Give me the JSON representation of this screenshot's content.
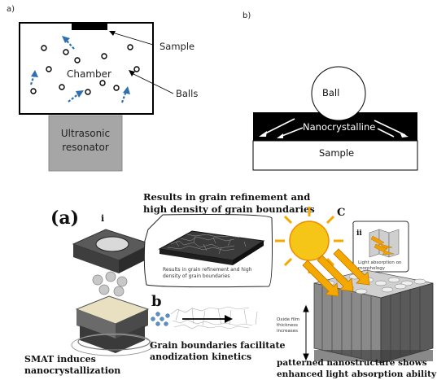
{
  "panel_a": {
    "tag": "a)",
    "sample_label": "Sample",
    "chamber_label": "Chamber",
    "balls_label": "Balls",
    "resonator_line1": "Ultrasonic",
    "resonator_line2": "resonator"
  },
  "panel_b": {
    "tag": "b)",
    "ball_label": "Ball",
    "layer_label": "Nanocrystalline",
    "sample_label": "Sample"
  },
  "lower": {
    "big_tag": "(a)",
    "sub_i": "i",
    "sub_ii": "ii",
    "tag_b": "b",
    "tag_c": "C",
    "results_line1": "Results in grain refinement and",
    "results_line2": "high density of grain boundaries",
    "callout_line1": "Results in grain refinement and high",
    "callout_line2": "density of grain boundaries",
    "light_line1": "Light absorption on",
    "light_line2": "morphology",
    "oxide_line1": "Oxide film",
    "oxide_line2": "thickness",
    "oxide_line3": "increases",
    "smat_line1": "SMAT induces",
    "smat_line2": "nanocrystallization",
    "grain_line1": "Grain boundaries facilitate",
    "grain_line2": "anodization kinetics",
    "pattern_line1": "patterned nanostructure shows",
    "pattern_line2": "enhanced light absorption ability"
  },
  "colors": {
    "black": "#000000",
    "resonator_gray": "#a6a6a6",
    "arrow_blue": "#2e6fb0",
    "sun_yellow": "#f5c518",
    "sun_orange": "#f08c00",
    "ball_gray": "#c8c8c8"
  }
}
